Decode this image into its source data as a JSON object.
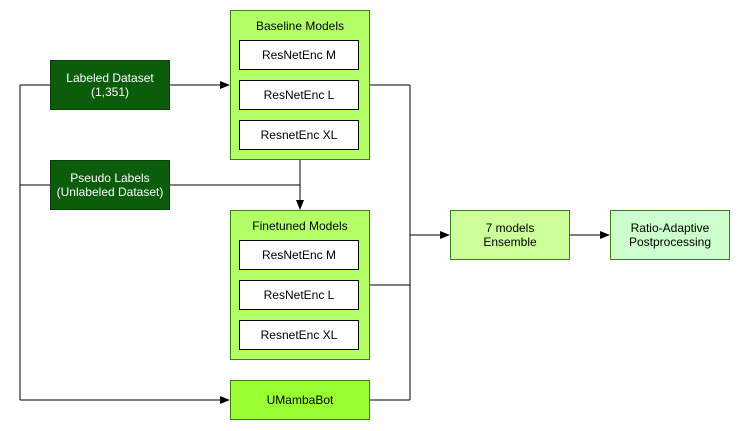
{
  "nodes": {
    "labeled_dataset": "Labeled Dataset\n(1,351)",
    "pseudo_labels": "Pseudo Labels\n(Unlabeled Dataset)",
    "baseline_group": {
      "title": "Baseline Models",
      "items": [
        "ResNetEnc M",
        "ResNetEnc L",
        "ResnetEnc XL"
      ]
    },
    "finetuned_group": {
      "title": "Finetuned Models",
      "items": [
        "ResNetEnc M",
        "ResNetEnc L",
        "ResnetEnc XL"
      ]
    },
    "umambabot": "UMambaBot",
    "ensemble": "7 models\nEnsemble",
    "postprocessing": "Ratio-Adaptive\nPostprocessing"
  },
  "colors": {
    "dataset_fill": "#0b5d0b",
    "group_fill": "#b3ff66",
    "umamba_fill": "#99ff33",
    "ensemble_fill": "#ccff99",
    "post_fill": "#ccffcc",
    "line": "#000000"
  }
}
